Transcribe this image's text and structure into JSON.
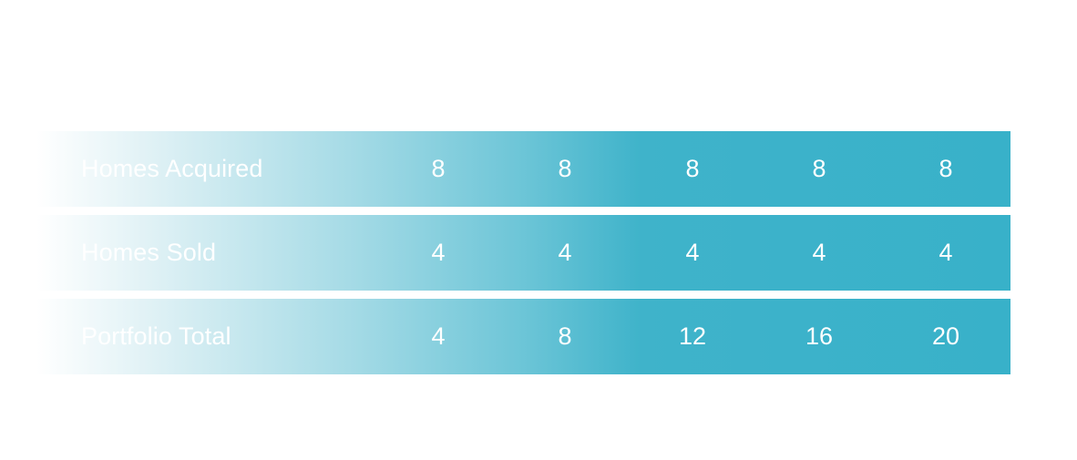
{
  "chart_data": {
    "type": "table",
    "columns": [
      "",
      "",
      "",
      "",
      ""
    ],
    "rows": [
      {
        "label": "Homes Acquired",
        "values": [
          "8",
          "8",
          "8",
          "8",
          "8"
        ]
      },
      {
        "label": "Homes Sold",
        "values": [
          "4",
          "4",
          "4",
          "4",
          "4"
        ]
      },
      {
        "label": "Portfolio Total",
        "values": [
          "4",
          "8",
          "12",
          "16",
          "20"
        ]
      }
    ]
  },
  "colors": {
    "row_fill": "#38b1c9",
    "text": "#ffffff"
  }
}
